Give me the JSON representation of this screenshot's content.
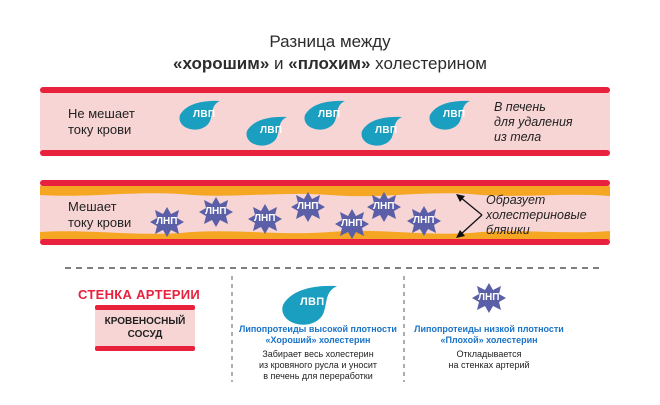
{
  "title": {
    "line1": "Разница между",
    "good_q": "«хорошим»",
    "and": " и ",
    "bad_q": "«плохим»",
    "tail": " холестерином"
  },
  "top_vessel": {
    "label_line1": "Не мешает",
    "label_line2": "току крови",
    "particle": "ЛВП",
    "note_line1": "В печень",
    "note_line2": "для удаления",
    "note_line3": "из тела"
  },
  "bottom_vessel": {
    "label_line1": "Мешает",
    "label_line2": "току крови",
    "particle": "ЛНП",
    "note_line1": "Образует",
    "note_line2": "холестериновые",
    "note_line3": "бляшки"
  },
  "legend": {
    "wall_title": "СТЕНКА АРТЕРИИ",
    "vessel_line1": "КРОВЕНОСНЫЙ",
    "vessel_line2": "СОСУД",
    "hdl": {
      "icon": "ЛВП",
      "head1": "Липопротеиды высокой плотности",
      "head2": "«Хороший» холестерин",
      "body1": "Забирает весь холестерин",
      "body2": "из кровяного русла и уносит",
      "body3": "в печень для переработки"
    },
    "ldl": {
      "icon": "ЛНП",
      "head1": "Липопротеиды низкой плотности",
      "head2": "«Плохой» холестерин",
      "body1": "Откладывается",
      "body2": "на стенках артерий"
    }
  },
  "colors": {
    "wall_red": "#e8213d",
    "blood_pink": "#f7d5d5",
    "plaque_orange": "#f5a623",
    "hdl_teal": "#1b9fc1",
    "ldl_purple": "#5a5fa8",
    "legend_heading_blue": "#1a73c8"
  }
}
